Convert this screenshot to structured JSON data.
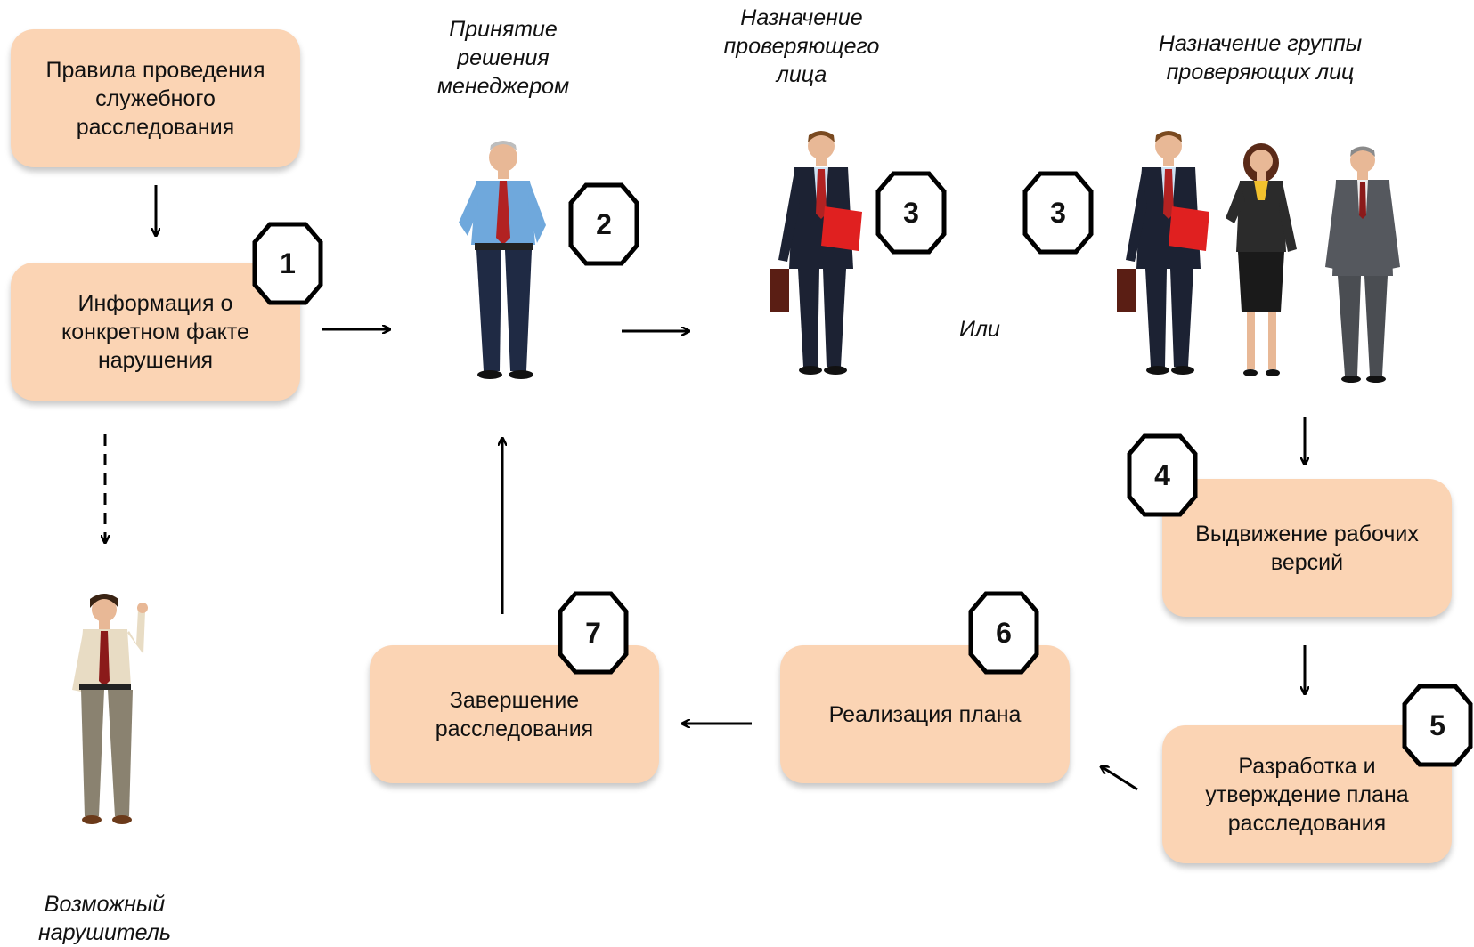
{
  "boxes": {
    "rules": "Правила проведения\nслужебного\nрасследования",
    "info": "Информация о\nконкретном факте\nнарушения",
    "versions": "Выдвижение рабочих\nверсий",
    "plan": "Разработка и\nутверждение плана\nрасследования",
    "realization": "Реализация плана",
    "completion": "Завершение\nрасследования"
  },
  "captions": {
    "manager": "Принятие\nрешения\nменеджером",
    "inspector": "Назначение\nпроверяющего\nлица",
    "group": "Назначение группы\nпроверяющих лиц",
    "or": "Или",
    "violator": "Возможный\nнарушитель"
  },
  "badges": [
    "1",
    "2",
    "3",
    "3",
    "4",
    "5",
    "6",
    "7"
  ],
  "colors": {
    "box_fill": "#fbd4b4",
    "tie": "#b22222",
    "folder": "#e02020"
  }
}
